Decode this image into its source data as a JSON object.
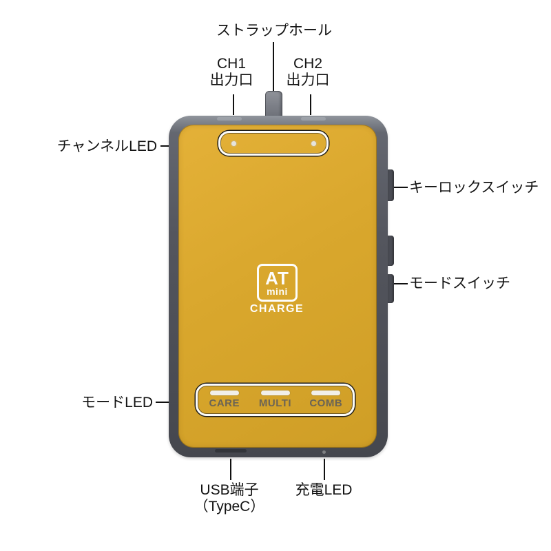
{
  "diagram": {
    "strap_hole_label": "ストラップホール",
    "ch1_label": {
      "line1": "CH1",
      "line2": "出力口"
    },
    "ch2_label": {
      "line1": "CH2",
      "line2": "出力口"
    },
    "channel_led_label": "チャンネルLED",
    "key_lock_label": "キーロックスイッチ",
    "mode_switch_label": "モードスイッチ",
    "mode_led_label": "モードLED",
    "usb_label": {
      "line1": "USB端子",
      "line2": "（TypeC）"
    },
    "charge_led_label": "充電LED"
  },
  "device": {
    "logo": {
      "brand": "AT",
      "sub": "mini",
      "product": "CHARGE"
    },
    "mode_indicators": [
      {
        "label": "CARE"
      },
      {
        "label": "MULTI"
      },
      {
        "label": "COMB"
      }
    ],
    "channel_led_count": 2,
    "colors": {
      "body_yellow": "#d9a72d",
      "frame_gray": "#54565e",
      "callout_white": "#fcfcfa",
      "mode_label_gray": "#6b6455",
      "line_black": "#101010"
    }
  }
}
